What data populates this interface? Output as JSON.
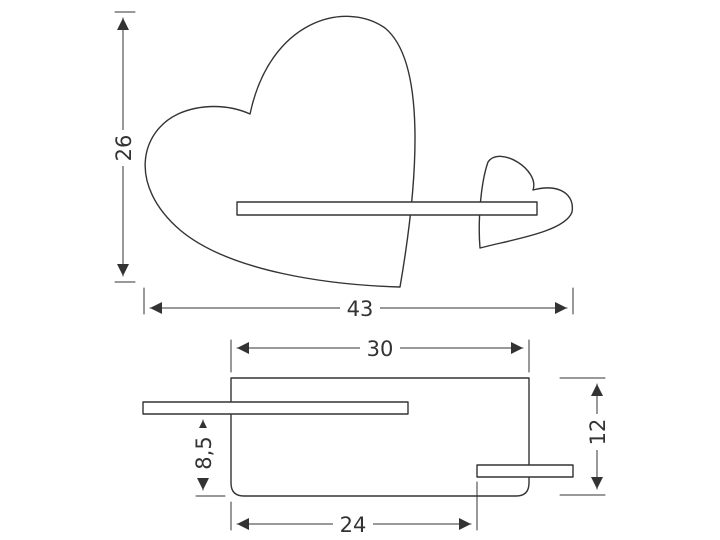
{
  "diagram": {
    "colors": {
      "line": "#333333",
      "background": "#ffffff"
    },
    "dimensions": {
      "height_total": "26",
      "width_total": "43",
      "width_top_shelf": "30",
      "width_bottom_shelf": "24",
      "depth_total": "12",
      "depth_shelf": "8,5"
    }
  }
}
